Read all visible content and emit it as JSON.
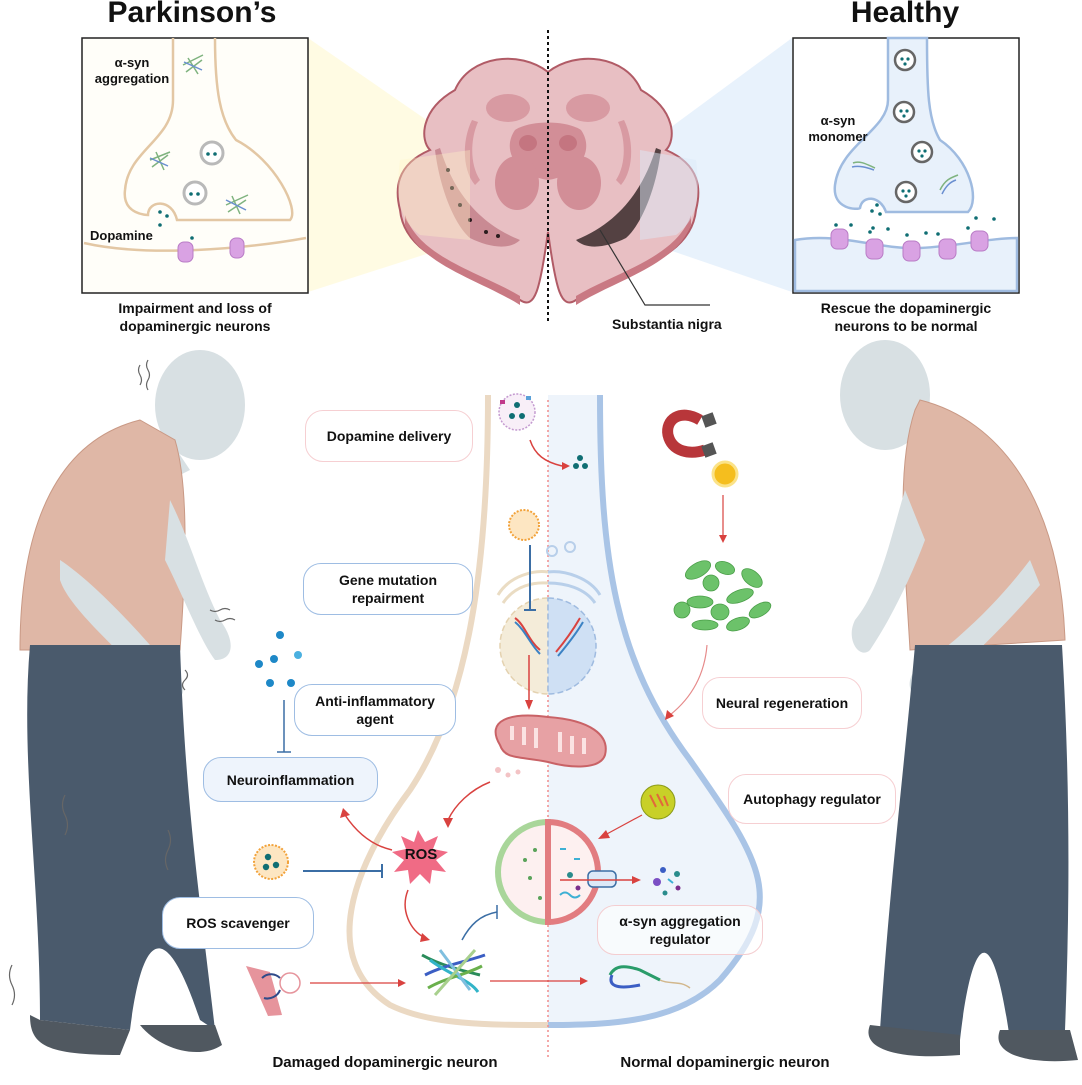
{
  "headers": {
    "left": "Parkinson’s",
    "right": "Healthy"
  },
  "left_panel": {
    "label_aggregation": "α-syn\naggregation",
    "label_aggregation_line1": "α-syn",
    "label_aggregation_line2": "aggregation",
    "label_dopamine": "Dopamine",
    "caption_line1": "Impairment and loss of",
    "caption_line2": "dopaminergic neurons"
  },
  "right_panel": {
    "label_monomer_line1": "α-syn",
    "label_monomer_line2": "monomer",
    "caption_line1": "Rescue the dopaminergic",
    "caption_line2": "neurons to be normal"
  },
  "brain": {
    "label": "Substantia nigra"
  },
  "strategies": {
    "dopamine_delivery": "Dopamine delivery",
    "gene_mutation_line1": "Gene mutation",
    "gene_mutation_line2": "repairment",
    "anti_inflammatory_line1": "Anti-inflammatory",
    "anti_inflammatory_line2": "agent",
    "neuroinflammation": "Neuroinflammation",
    "ros": "ROS",
    "ros_scavenger": "ROS scavenger",
    "neural_regeneration": "Neural regeneration",
    "autophagy_regulator": "Autophagy regulator",
    "asyn_regulator_line1": "α-syn aggregation",
    "asyn_regulator_line2": "regulator"
  },
  "bottom": {
    "damaged": "Damaged dopaminergic neuron",
    "normal": "Normal dopaminergic neuron"
  },
  "colors": {
    "parkinson_neuron": "#e9d3b8",
    "healthy_neuron": "#a9c4e6",
    "healthy_fill": "#eaf2fb",
    "brain_tissue": "#e6b4b9",
    "brain_dark": "#c98a93",
    "arrow_red": "#d9423f",
    "inhibit_blue": "#3b6ea5",
    "shirt": "#dcb3a3",
    "pants": "#4a5a6c",
    "skin": "#d5dde0",
    "receptor": "#d59ae0",
    "dopamine_dot": "#0f6e73"
  }
}
